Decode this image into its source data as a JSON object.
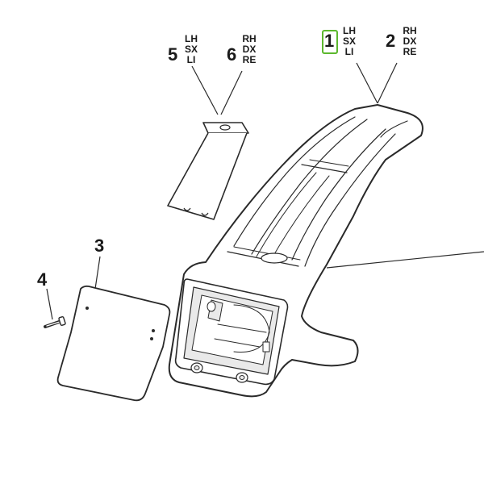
{
  "diagram": {
    "callouts": [
      {
        "number": "1",
        "sides": [
          "LH",
          "SX",
          "LI"
        ],
        "highlighted": true
      },
      {
        "number": "2",
        "sides": [
          "RH",
          "DX",
          "RE"
        ],
        "highlighted": false
      },
      {
        "number": "3",
        "sides": [],
        "highlighted": false
      },
      {
        "number": "4",
        "sides": [],
        "highlighted": false
      },
      {
        "number": "5",
        "sides": [
          "LH",
          "SX",
          "LI"
        ],
        "highlighted": false
      },
      {
        "number": "6",
        "sides": [
          "RH",
          "DX",
          "RE"
        ],
        "highlighted": false
      }
    ],
    "colors": {
      "line": "#2a2a2a",
      "fill": "#e9e9e9",
      "highlight": "#5cb82e",
      "background": "#ffffff"
    }
  }
}
